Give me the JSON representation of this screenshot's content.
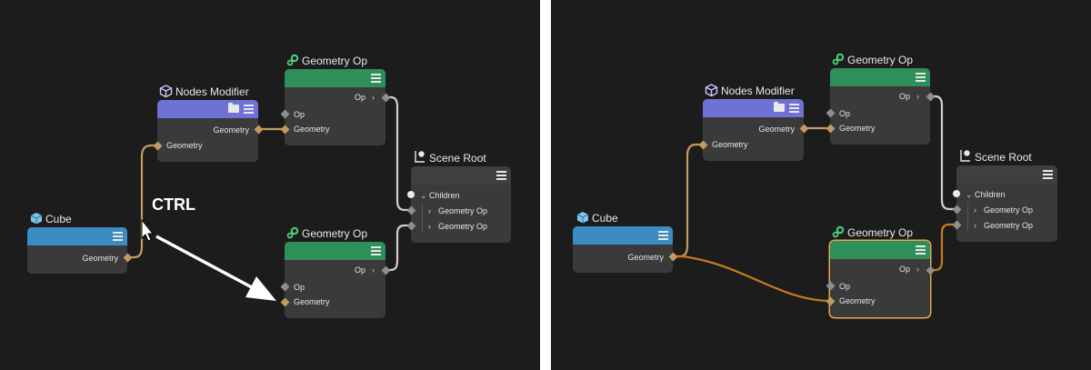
{
  "colors": {
    "modifier": "#6e72d6",
    "geometry_op": "#2f8f58",
    "cube": "#3a8cc3",
    "scene_root": "#3f3f3f",
    "node_body": "#3a3a3a",
    "wire_geometry": "#c49a62",
    "wire_op": "#cfcfcf",
    "wire_new": "#c97a1e",
    "selection": "#e8a64a"
  },
  "icons": {
    "nodes_modifier": "cube-outline-icon",
    "geometry_op": "gears-icon",
    "cube": "cube-icon",
    "scene_root": "scene-root-icon"
  },
  "left": {
    "nodes_modifier": {
      "title": "Nodes Modifier",
      "in": "Geometry",
      "out": "Geometry"
    },
    "geometry_op_top": {
      "title": "Geometry Op",
      "out": "Op",
      "in_op": "Op",
      "in_geo": "Geometry"
    },
    "cube": {
      "title": "Cube",
      "out": "Geometry"
    },
    "geometry_op_bottom": {
      "title": "Geometry Op",
      "out": "Op",
      "in_op": "Op",
      "in_geo": "Geometry"
    },
    "scene_root": {
      "title": "Scene Root",
      "children": "Children",
      "child1": "Geometry Op",
      "child2": "Geometry Op"
    },
    "annotation": "CTRL"
  },
  "right": {
    "nodes_modifier": {
      "title": "Nodes Modifier",
      "in": "Geometry",
      "out": "Geometry"
    },
    "geometry_op_top": {
      "title": "Geometry Op",
      "out": "Op",
      "in_op": "Op",
      "in_geo": "Geometry"
    },
    "cube": {
      "title": "Cube",
      "out": "Geometry"
    },
    "geometry_op_bottom": {
      "title": "Geometry Op",
      "out": "Op",
      "in_op": "Op",
      "in_geo": "Geometry"
    },
    "scene_root": {
      "title": "Scene Root",
      "children": "Children",
      "child1": "Geometry Op",
      "child2": "Geometry Op"
    }
  }
}
